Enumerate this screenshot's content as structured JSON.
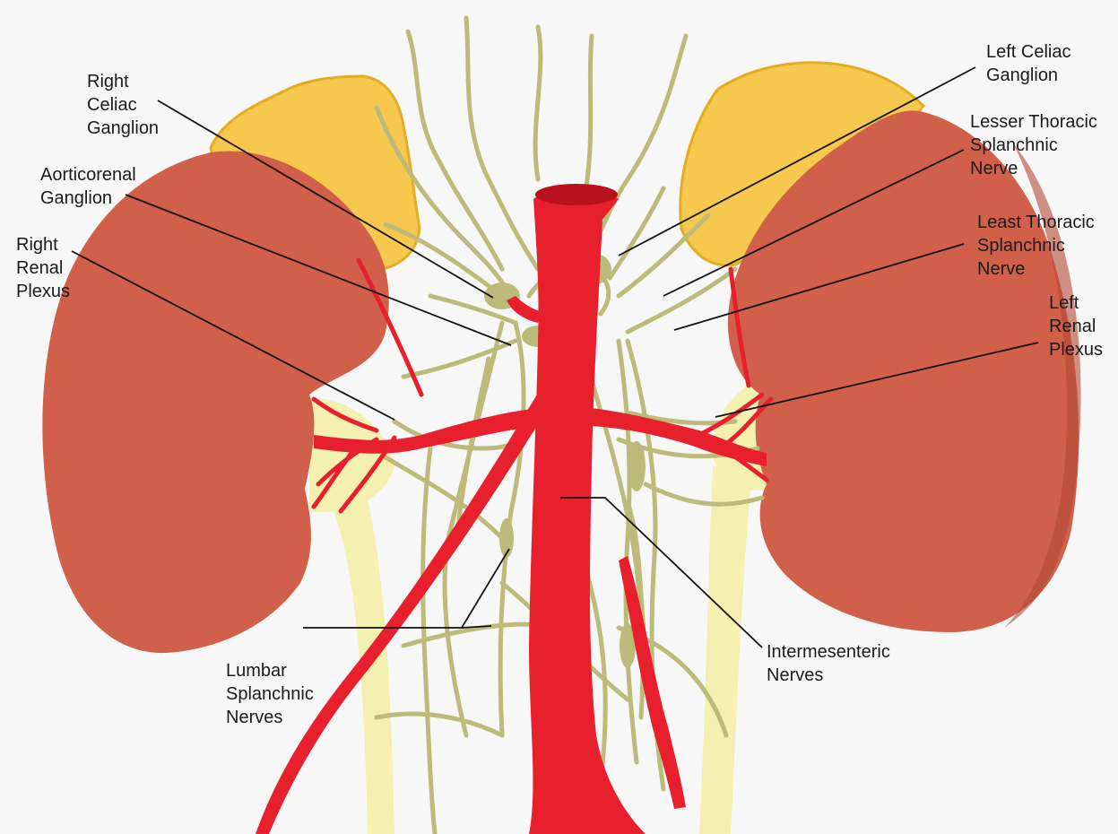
{
  "colors": {
    "background": "#f7f7f7",
    "kidney": "#d0604a",
    "kidney_shade": "#b24a34",
    "adrenal": "#f6c94e",
    "adrenal_edge": "#e3ac24",
    "artery": "#e8202e",
    "nerve": "#bdbb7a",
    "ureter": "#f3f0b0",
    "leader": "#111111"
  },
  "labels": {
    "right_celiac": [
      "Right",
      "Celiac",
      "Ganglion"
    ],
    "aorticorenal": [
      "Aorticorenal",
      "Ganglion"
    ],
    "right_renal": [
      "Right",
      "Renal",
      "Plexus"
    ],
    "left_celiac": [
      "Left Celiac",
      "Ganglion"
    ],
    "lesser_thoracic": [
      "Lesser Thoracic",
      "Splanchnic",
      "Nerve"
    ],
    "least_thoracic": [
      "Least Thoracic",
      "Splanchnic",
      "Nerve"
    ],
    "left_renal": [
      "Left",
      "Renal",
      "Plexus"
    ],
    "lumbar": [
      "Lumbar",
      "Splanchnic",
      "Nerves"
    ],
    "intermesenteric": [
      "Intermesenteric",
      "Nerves"
    ]
  }
}
